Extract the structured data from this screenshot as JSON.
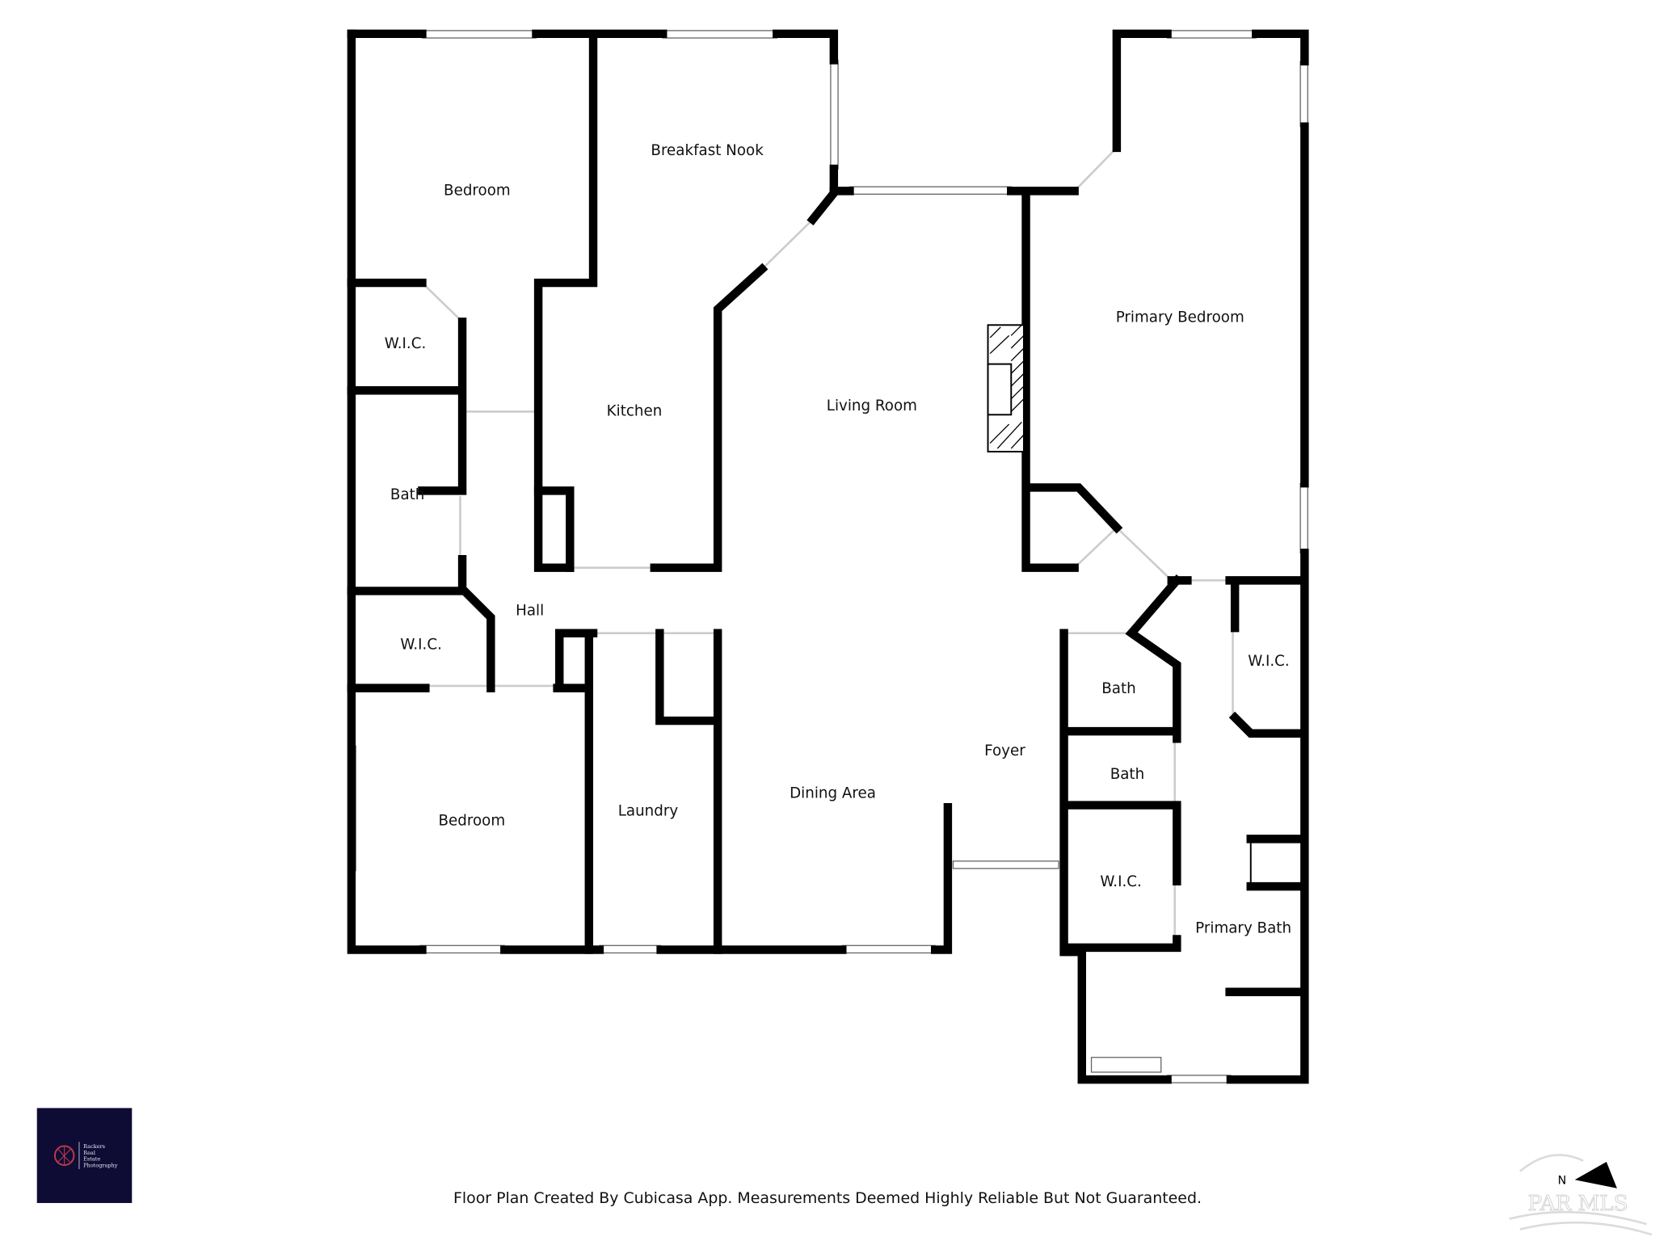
{
  "rooms": {
    "bedroom_1": "Bedroom",
    "breakfast_nook": "Breakfast Nook",
    "wic_1": "W.I.C.",
    "kitchen": "Kitchen",
    "living_room": "Living Room",
    "primary_bedroom": "Primary Bedroom",
    "bath_1": "Bath",
    "hall": "Hall",
    "wic_2": "W.I.C.",
    "wic_3": "W.I.C.",
    "bath_2": "Bath",
    "bath_3": "Bath",
    "foyer": "Foyer",
    "bedroom_2": "Bedroom",
    "laundry": "Laundry",
    "dining_area": "Dining Area",
    "wic_4": "W.I.C.",
    "primary_bath": "Primary Bath"
  },
  "footer": {
    "disclaimer": "Floor Plan Created By Cubicasa App. Measurements Deemed Highly Reliable But Not Guaranteed."
  },
  "logo": {
    "line1": "Rackers",
    "line2": "Real",
    "line3": "Estate",
    "line4": "Photography",
    "bg_color": "#0e0c35",
    "accent_color": "#c0394a"
  },
  "watermark": {
    "text": "PAR MLS",
    "compass_label": "N"
  }
}
